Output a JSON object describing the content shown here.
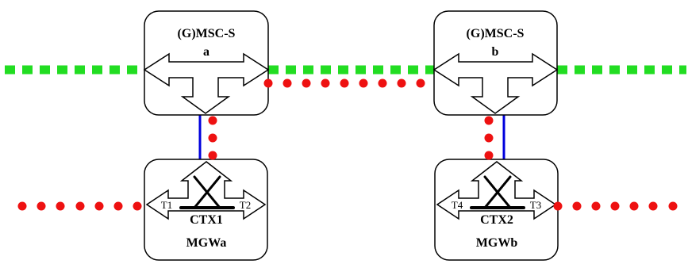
{
  "msc_a": {
    "title": "(G)MSC-S",
    "sub": "a"
  },
  "msc_b": {
    "title": "(G)MSC-S",
    "sub": "b"
  },
  "mgw_a": {
    "ctx": "CTX1",
    "name": "MGWa",
    "term_left": "T1",
    "term_right": "T2"
  },
  "mgw_b": {
    "ctx": "CTX2",
    "name": "MGWb",
    "term_left": "T4",
    "term_right": "T3"
  },
  "colors": {
    "signalling_path": "#22dd22",
    "bearer_path": "#ee1111",
    "control_link": "#0000dd",
    "outline": "#000000"
  }
}
